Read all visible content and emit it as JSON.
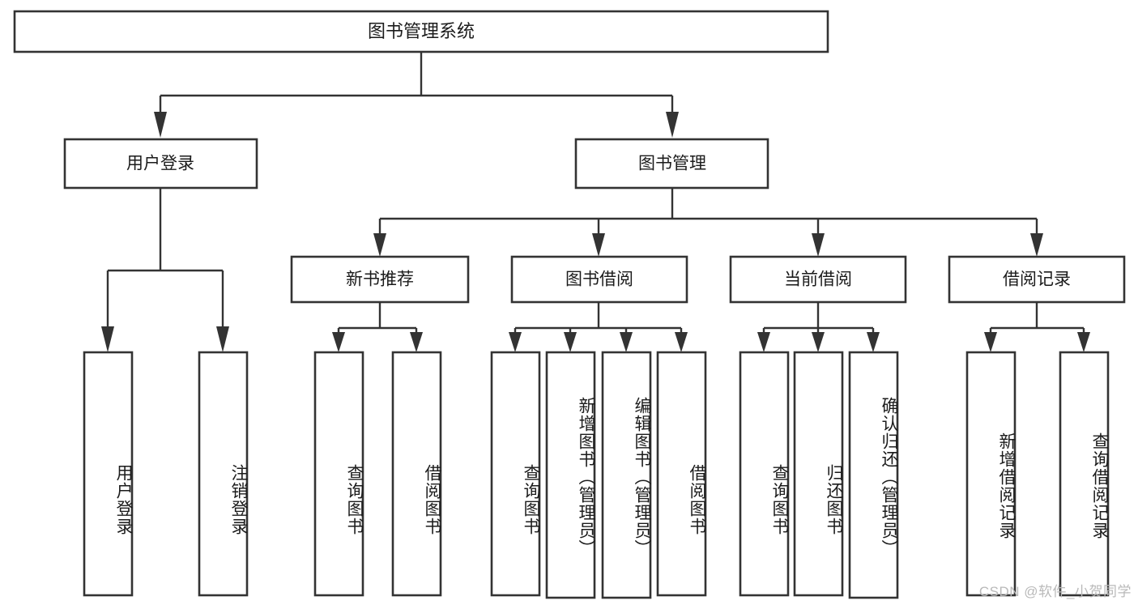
{
  "diagram": {
    "type": "tree-hierarchy",
    "title": "图书管理系统",
    "colors": {
      "box_stroke": "#333333",
      "box_fill": "#ffffff",
      "connector": "#333333",
      "text": "#1b1b1b",
      "background": "#ffffff",
      "watermark": "#b9b9b9"
    },
    "levels": {
      "root": {
        "label": "图书管理系统"
      },
      "level2": [
        {
          "label": "用户登录"
        },
        {
          "label": "图书管理"
        }
      ],
      "level3": [
        {
          "label": "新书推荐"
        },
        {
          "label": "图书借阅"
        },
        {
          "label": "当前借阅"
        },
        {
          "label": "借阅记录"
        }
      ],
      "leaves": {
        "user_login": [
          {
            "label": "用户登录"
          },
          {
            "label": "注销登录"
          }
        ],
        "new_book_recommend": [
          {
            "label": "查询图书"
          },
          {
            "label": "借阅图书"
          }
        ],
        "book_borrow": [
          {
            "label": "查询图书"
          },
          {
            "label": "新增图书（管理员）"
          },
          {
            "label": "编辑图书（管理员）"
          },
          {
            "label": "借阅图书"
          }
        ],
        "current_borrow": [
          {
            "label": "查询图书"
          },
          {
            "label": "归还图书"
          },
          {
            "label": "确认归还（管理员）"
          }
        ],
        "borrow_record": [
          {
            "label": "新增借阅记录"
          },
          {
            "label": "查询借阅记录"
          }
        ]
      }
    },
    "watermark": "CSDN @软件_小贺同学"
  }
}
